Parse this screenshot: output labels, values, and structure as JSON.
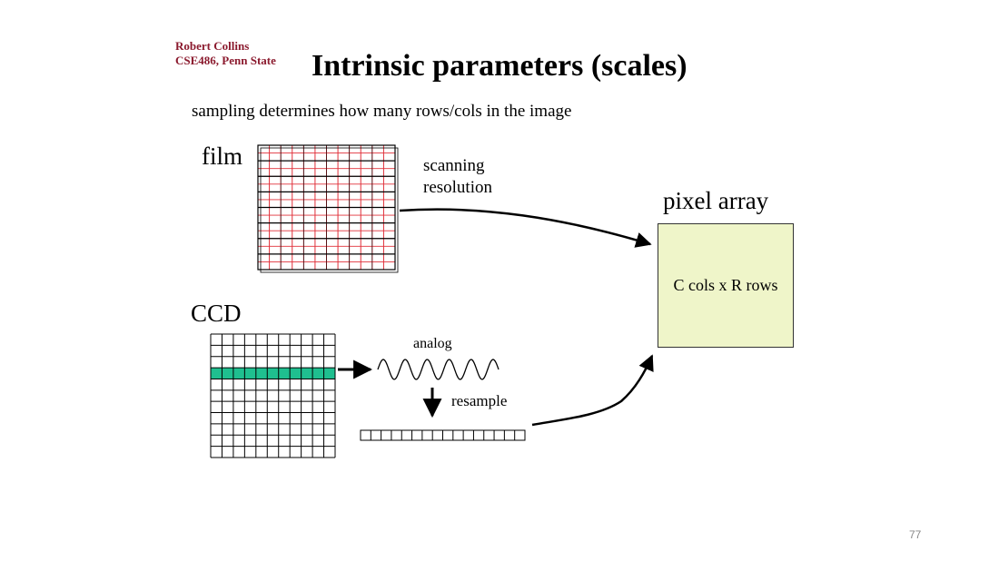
{
  "slide": {
    "author_line1": "Robert Collins",
    "author_line2": "CSE486, Penn State",
    "title": "Intrinsic parameters (scales)",
    "subtitle": "sampling determines how many rows/cols in the image",
    "page_number": "77"
  },
  "diagram": {
    "film_label": "film",
    "scanning_line1": "scanning",
    "scanning_line2": "resolution",
    "pixel_array_label": "pixel array",
    "pixel_array_text": "C cols x R rows",
    "ccd_label": "CCD",
    "analog_label": "analog",
    "resample_label": "resample"
  },
  "colors": {
    "author": "#8b1a2e",
    "film_grid": "#e0303a",
    "ccd_highlight": "#1fbf8f",
    "pixel_array_fill": "#eff5c9"
  }
}
